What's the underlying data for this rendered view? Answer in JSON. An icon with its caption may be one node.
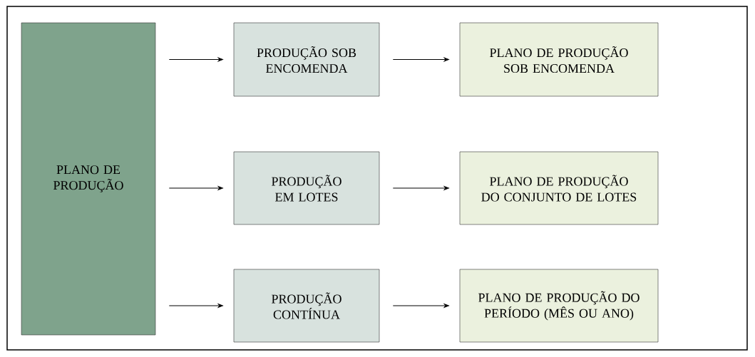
{
  "diagram": {
    "nodes": [
      {
        "text": [
          "PLANO DE PRODUÇÃO"
        ]
      },
      {
        "text": [
          "PRODUÇÃO SOB ENCOMENDA"
        ]
      },
      {
        "text": [
          "PLANO DE PRODUÇÃO SOB ENCOMENDA"
        ]
      },
      {
        "text": [
          "PRODUÇÃO EM LOTES"
        ]
      },
      {
        "text": [
          "PLANO DE PRODUÇÃO DO CONJUNTO DE LOTES"
        ]
      },
      {
        "text": [
          "PRODUÇÃO CONTÍNUA"
        ]
      },
      {
        "text": [
          "PLANO DE PRODUÇÃO DO PERÍODO (MÊS OU ANO)"
        ]
      }
    ],
    "edges": [
      {
        "from": 0,
        "to": 1,
        "arrow": "to"
      },
      {
        "from": 1,
        "to": 2,
        "arrow": "to"
      },
      {
        "from": 0,
        "to": 3,
        "arrow": "to"
      },
      {
        "from": 3,
        "to": 4,
        "arrow": "to"
      },
      {
        "from": 0,
        "to": 5,
        "arrow": "to"
      },
      {
        "from": 5,
        "to": 6,
        "arrow": "to"
      }
    ]
  }
}
